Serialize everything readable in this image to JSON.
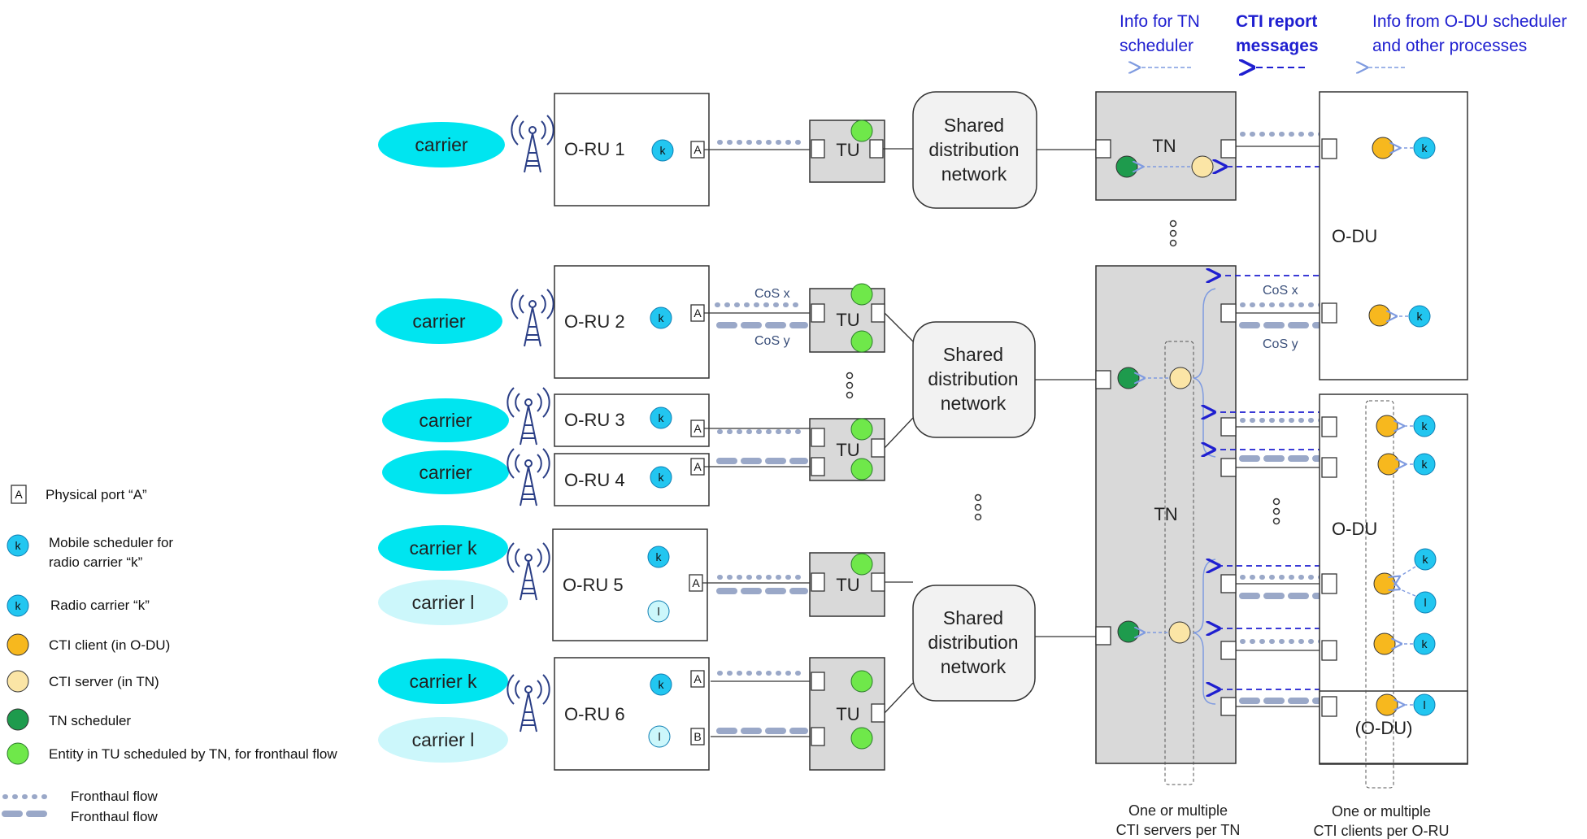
{
  "header": {
    "info_tn_line1": "Info for TN",
    "info_tn_line2": "scheduler",
    "cti_line1": "CTI report",
    "cti_line2": "messages",
    "info_odu_line1": "Info from O-DU scheduler",
    "info_odu_line2": "and other processes"
  },
  "carriers": {
    "c1": "carrier",
    "c2": "carrier",
    "c3": "carrier",
    "c4": "carrier",
    "c5k": "carrier k",
    "c5l": "carrier l",
    "c6k": "carrier k",
    "c6l": "carrier l"
  },
  "orus": {
    "o1": "O-RU 1",
    "o2": "O-RU 2",
    "o3": "O-RU 3",
    "o4": "O-RU 4",
    "o5": "O-RU 5",
    "o6": "O-RU 6"
  },
  "tu_label": "TU",
  "sdn_line1": "Shared",
  "sdn_line2": "distribution",
  "sdn_line3": "network",
  "tn_label": "TN",
  "odu_label": "O-DU",
  "odu_paren_label": "(O-DU)",
  "cos_x": "CoS x",
  "cos_y": "CoS y",
  "port_a": "A",
  "port_b": "B",
  "badge_k": "k",
  "badge_l": "l",
  "legend": {
    "port": "Physical port “A”",
    "sched_line1": "Mobile scheduler for",
    "sched_line2": "radio carrier “k”",
    "radio_carrier": "Radio carrier “k”",
    "cti_client": "CTI client (in O-DU)",
    "cti_server": "CTI server  (in TN)",
    "tn_scheduler": "TN scheduler",
    "tu_entity": "Entity in TU scheduled by TN, for fronthaul flow",
    "flow1": "Fronthaul flow",
    "flow2": "Fronthaul flow"
  },
  "footer": {
    "servers_line1": "One or multiple",
    "servers_line2": "CTI servers per TN",
    "clients_line1": "One or multiple",
    "clients_line2": "CTI clients per O-RU"
  },
  "colors": {
    "carrier_cyan": "#00e5f0",
    "carrier_light": "#ccf7fb",
    "badge_blue": "#22c6f0",
    "cti_client": "#f7b81e",
    "cti_server": "#fbe5a6",
    "tn_scheduler": "#1e9b4d",
    "tu_entity": "#6fe84a",
    "flow": "#9aa8c8",
    "dash_blue": "#1f1fd0"
  }
}
